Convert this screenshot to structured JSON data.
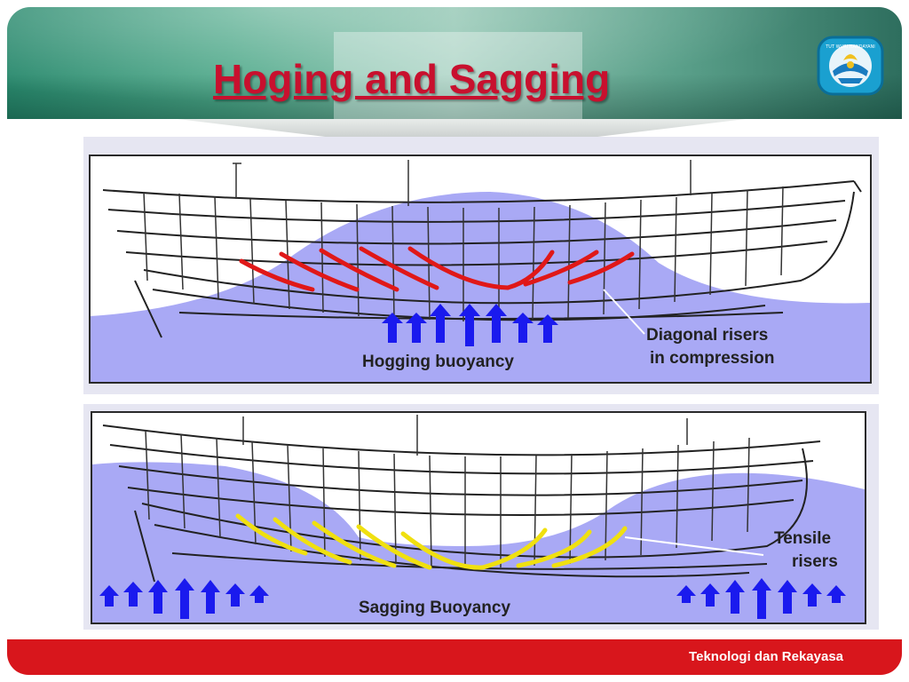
{
  "slide": {
    "title": "Hoging and Sagging",
    "footer": "Teknologi dan Rekayasa"
  },
  "logo": {
    "icon": "tut-wuri-handayani-emblem-icon",
    "text": "TUT WURI HANDAYANI"
  },
  "diagram_hogging": {
    "caption": "Hogging buoyancy",
    "label_line1": "Diagonal risers",
    "label_line2": "in compression",
    "riser_color": "#e01818",
    "arrow_color": "#1a1aee",
    "arrow_count": 7
  },
  "diagram_sagging": {
    "caption": "Sagging Buoyancy",
    "label_line1": "Tensile",
    "label_line2": "risers",
    "riser_color": "#f0e010",
    "arrow_color": "#1a1aee",
    "arrow_count_left": 7,
    "arrow_count_right": 7
  },
  "colors": {
    "title": "#c8102e",
    "footer_bg": "#d8161c",
    "water": "#8080f0"
  }
}
